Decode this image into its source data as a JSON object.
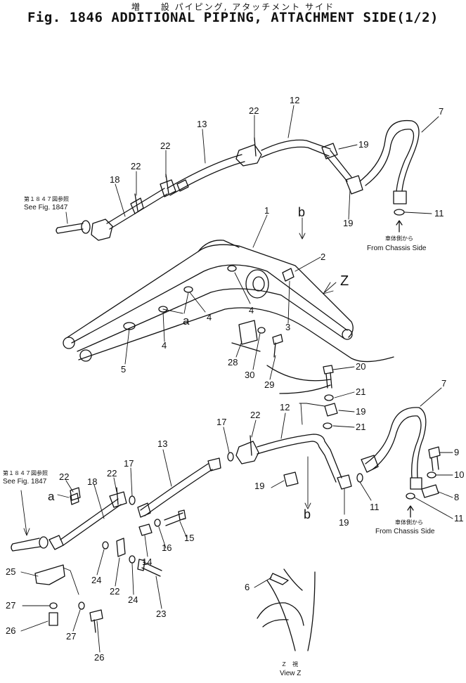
{
  "header": {
    "title_jp": "増　　設 パイピング, アタッチメント サイド",
    "title_en": "Fig. 1846 ADDITIONAL PIPING, ATTACHMENT SIDE(1/2)"
  },
  "callouts": {
    "c1": "1",
    "c2": "2",
    "c3": "3",
    "c4a": "4",
    "c4b": "4",
    "c4c": "4",
    "c5": "5",
    "c6": "6",
    "c7a": "7",
    "c7b": "7",
    "c8": "8",
    "c9": "9",
    "c10": "10",
    "c11a": "11",
    "c11b": "11",
    "c11c": "11",
    "c12a": "12",
    "c12b": "12",
    "c13a": "13",
    "c13b": "13",
    "c14": "14",
    "c15": "15",
    "c16": "16",
    "c17a": "17",
    "c17b": "17",
    "c18a": "18",
    "c18b": "18",
    "c19a": "19",
    "c19b": "19",
    "c19c": "19",
    "c19d": "19",
    "c19e": "19",
    "c20": "20",
    "c21a": "21",
    "c21b": "21",
    "c22a": "22",
    "c22b": "22",
    "c22c": "22",
    "c22d": "22",
    "c22e": "22",
    "c22f": "22",
    "c22g": "22",
    "c23": "23",
    "c24a": "24",
    "c24b": "24",
    "c25": "25",
    "c26a": "26",
    "c26b": "26",
    "c27a": "27",
    "c27b": "27",
    "c28": "28",
    "c29": "29",
    "c30": "30"
  },
  "letters": {
    "a1": "a",
    "a2": "a",
    "b1": "b",
    "b2": "b",
    "z": "Z"
  },
  "notes": {
    "ref_jp": "第１８４７図参照",
    "ref_en": "See Fig. 1847",
    "chassis_jp": "車体側から",
    "chassis_en": "From Chassis Side",
    "viewz_jp": "Ｚ　視",
    "viewz_en": "View Z"
  }
}
